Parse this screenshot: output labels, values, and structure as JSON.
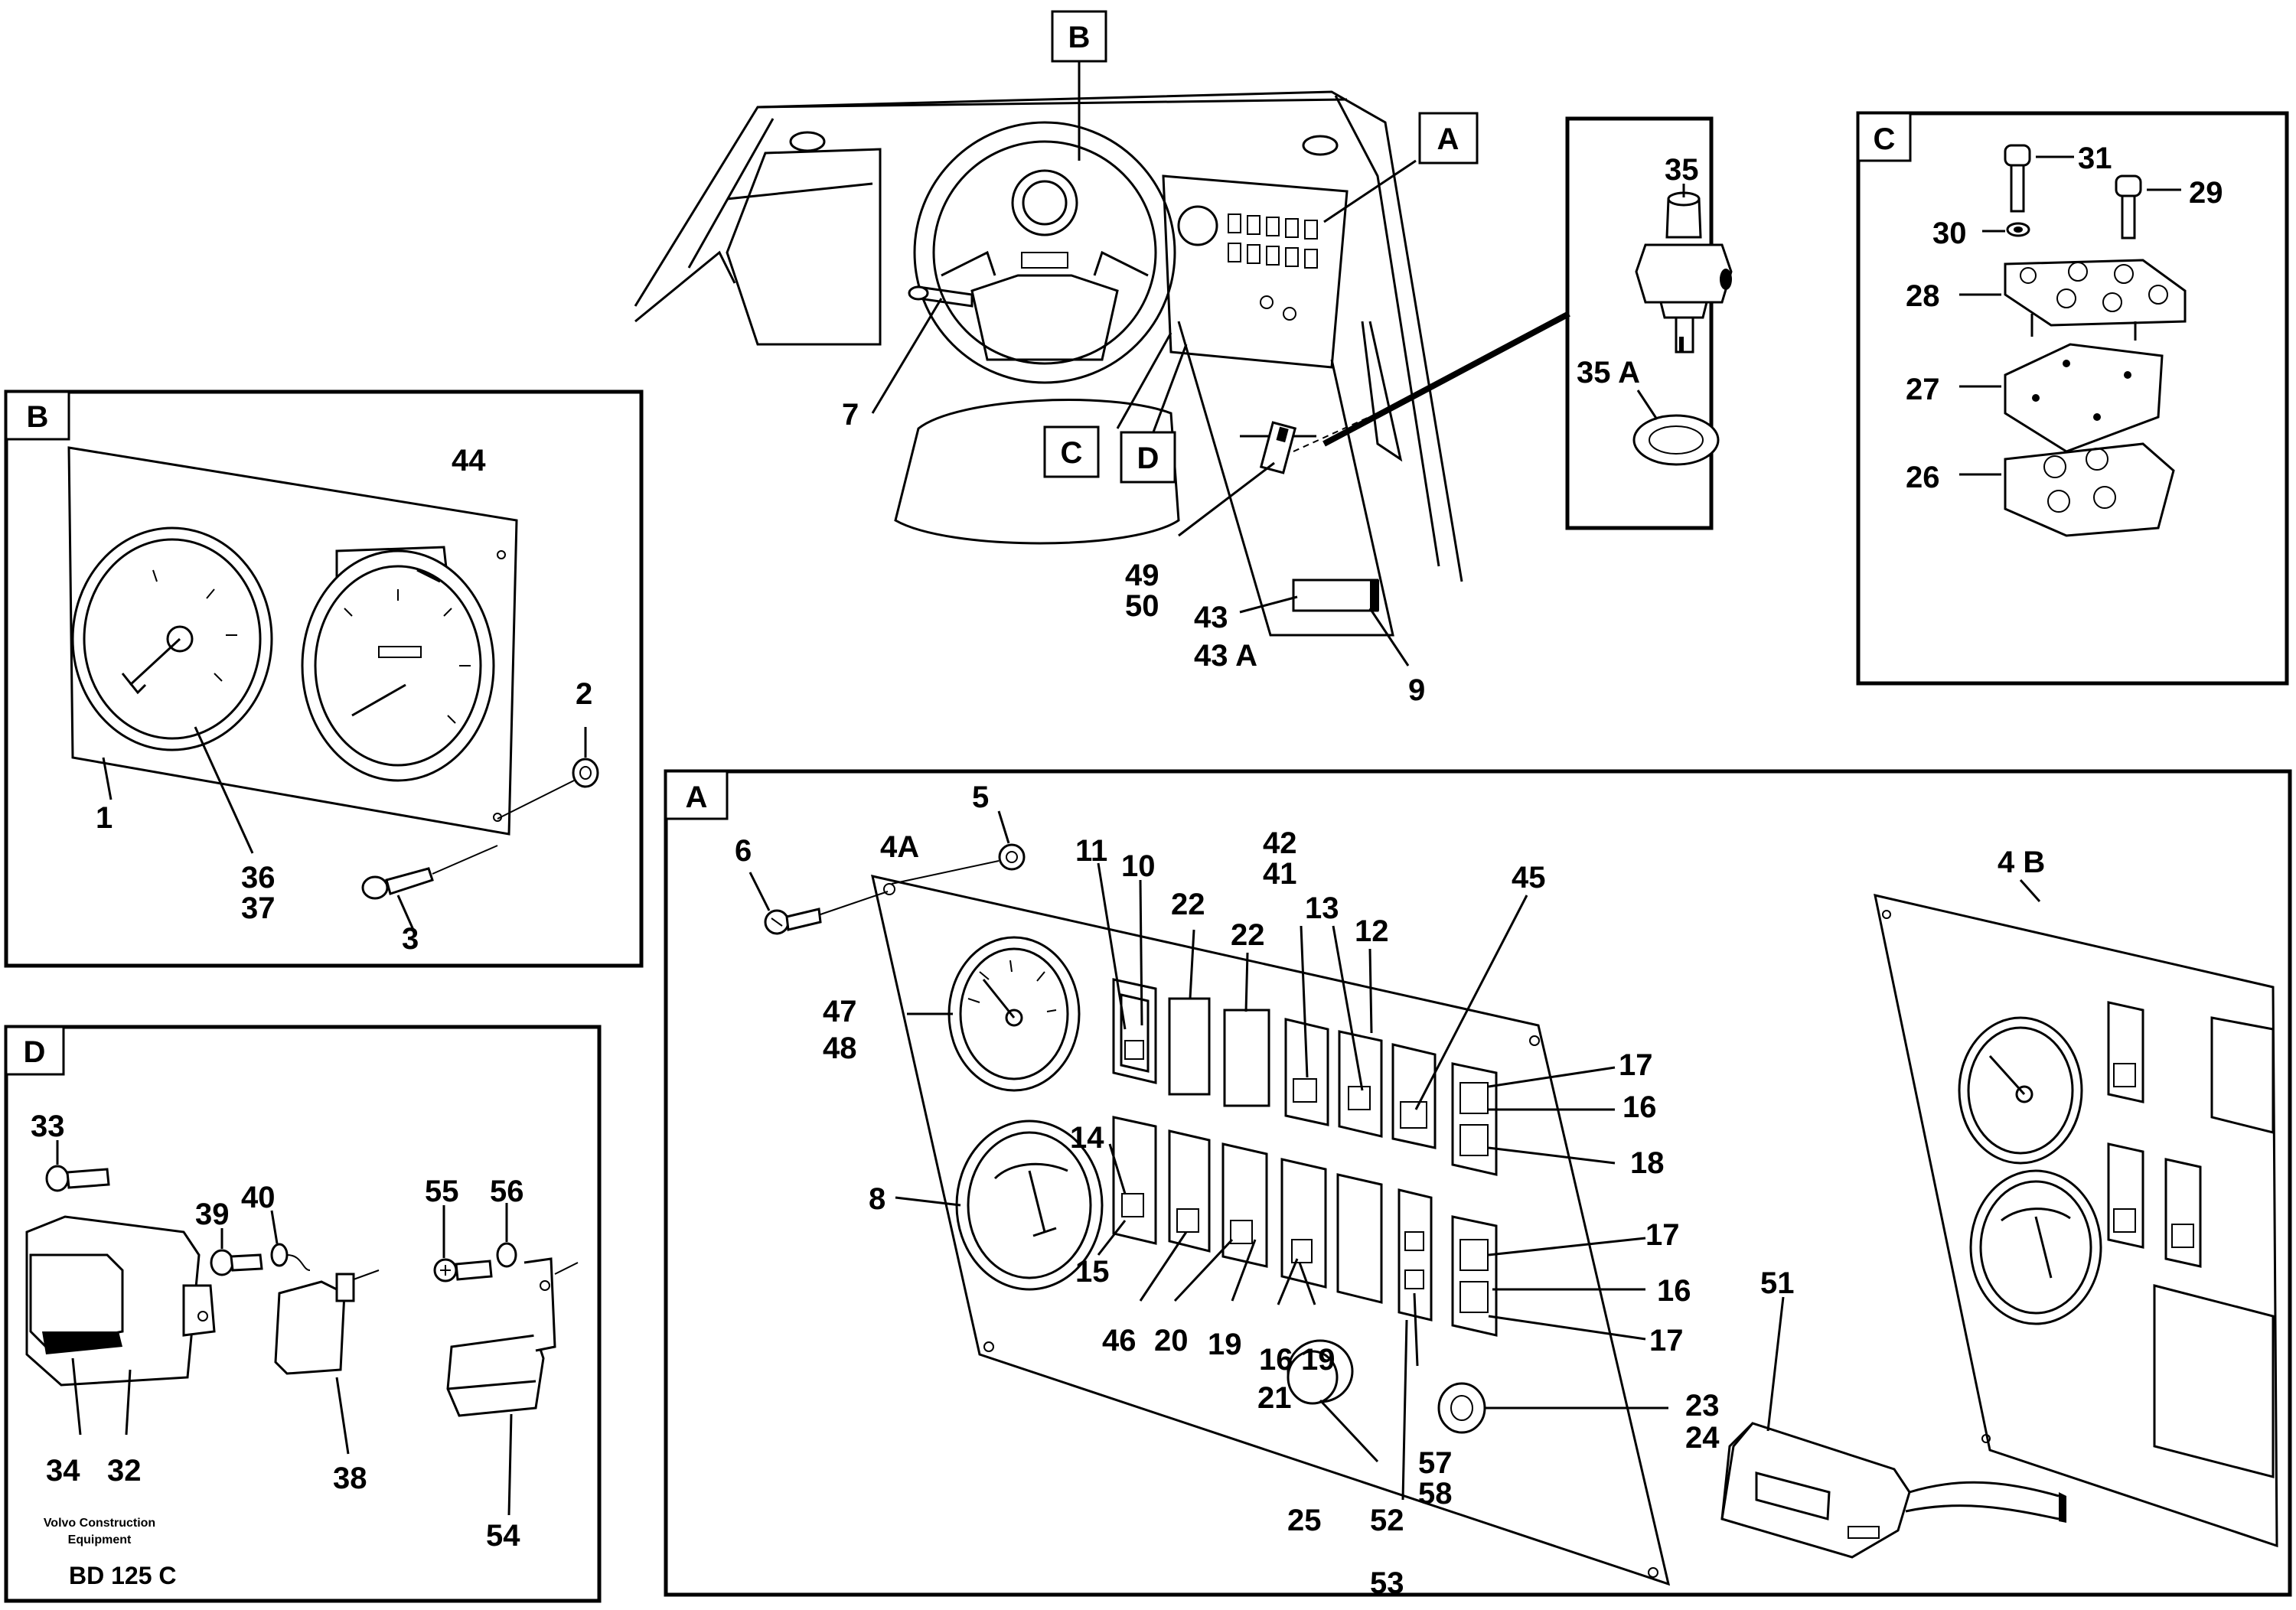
{
  "boxes": {
    "A": "A",
    "B": "B",
    "C": "C",
    "D": "D"
  },
  "brand_line1": "Volvo Construction",
  "brand_line2": "Equipment",
  "drawing_id": "BD 125 C",
  "labels": {
    "cab_7": "7",
    "cab_49": "49",
    "cab_50": "50",
    "cab_43": "43",
    "cab_43A": "43 A",
    "cab_9": "9",
    "inset_35": "35",
    "inset_35A": "35 A",
    "c_31": "31",
    "c_29": "29",
    "c_30": "30",
    "c_28": "28",
    "c_27": "27",
    "c_26": "26",
    "b_44": "44",
    "b_2": "2",
    "b_1": "1",
    "b_36": "36",
    "b_37": "37",
    "b_3": "3",
    "d_33": "33",
    "d_39": "39",
    "d_40": "40",
    "d_55": "55",
    "d_56": "56",
    "d_34": "34",
    "d_32": "32",
    "d_38": "38",
    "d_54": "54",
    "a_6": "6",
    "a_4A": "4A",
    "a_5": "5",
    "a_11": "11",
    "a_10": "10",
    "a_22a": "22",
    "a_22b": "22",
    "a_42": "42",
    "a_41": "41",
    "a_13": "13",
    "a_12": "12",
    "a_45": "45",
    "a_4B": "4 B",
    "a_47": "47",
    "a_48": "48",
    "a_14": "14",
    "a_8": "8",
    "a_15": "15",
    "a_17a": "17",
    "a_16a": "16",
    "a_18": "18",
    "a_17b": "17",
    "a_16b": "16",
    "a_17c": "17",
    "a_46": "46",
    "a_20": "20",
    "a_19a": "19",
    "a_16c": "16",
    "a_19b": "19",
    "a_21": "21",
    "a_51": "51",
    "a_23": "23",
    "a_24": "24",
    "a_57": "57",
    "a_58": "58",
    "a_25": "25",
    "a_52": "52",
    "a_53": "53"
  }
}
